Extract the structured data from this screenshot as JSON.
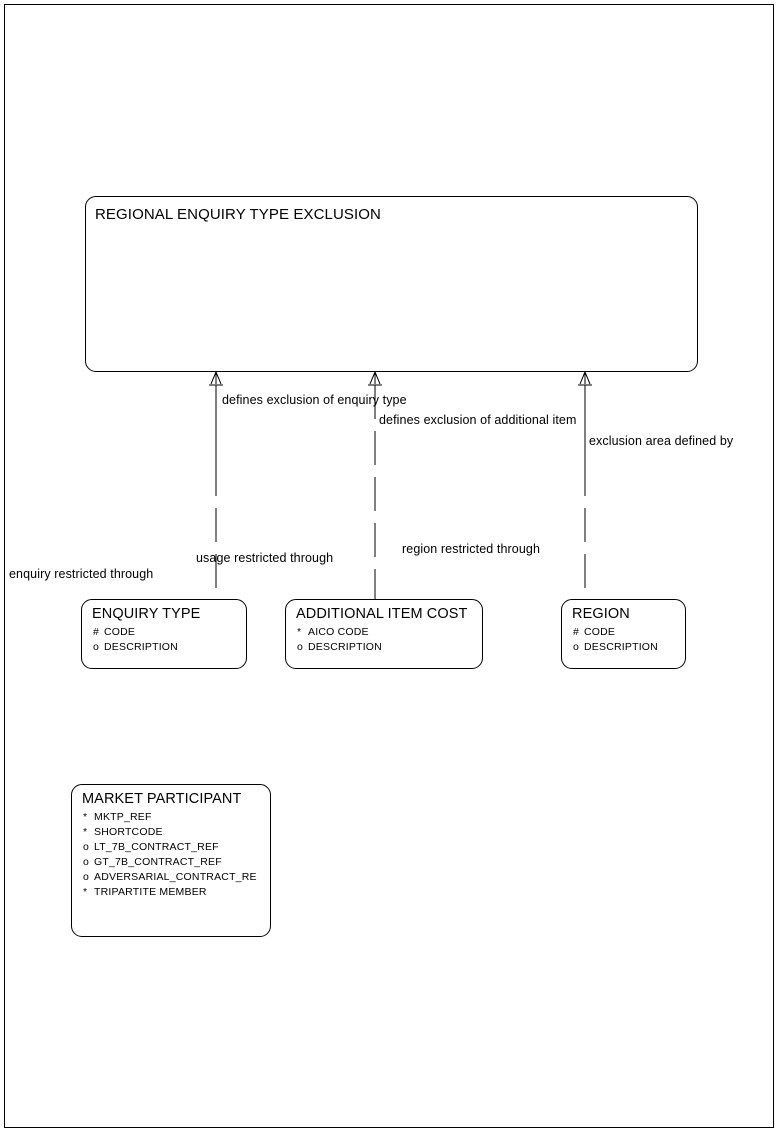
{
  "diagram": {
    "type": "entity-relationship",
    "title": "REGIONAL ENQUIRY TYPE EXCLUSION",
    "background_color": "#ffffff",
    "line_color": "#000000"
  },
  "entities": [
    {
      "name": "REGIONAL ENQUIRY TYPE EXCLUSION",
      "attributes": []
    },
    {
      "name": "ENQUIRY TYPE",
      "attributes": [
        {
          "marker": "#",
          "label": "CODE"
        },
        {
          "marker": "o",
          "label": "DESCRIPTION"
        }
      ]
    },
    {
      "name": "ADDITIONAL ITEM COST",
      "attributes": [
        {
          "marker": "*",
          "label": "AICO CODE"
        },
        {
          "marker": "o",
          "label": "DESCRIPTION"
        }
      ]
    },
    {
      "name": "REGION",
      "attributes": [
        {
          "marker": "#",
          "label": "CODE"
        },
        {
          "marker": "o",
          "label": "DESCRIPTION"
        }
      ]
    },
    {
      "name": "MARKET PARTICIPANT",
      "attributes": [
        {
          "marker": "*",
          "label": "MKTP_REF"
        },
        {
          "marker": "*",
          "label": "SHORTCODE"
        },
        {
          "marker": "o",
          "label": "LT_7B_CONTRACT_REF"
        },
        {
          "marker": "o",
          "label": "GT_7B_CONTRACT_REF"
        },
        {
          "marker": "o",
          "label": "ADVERSARIAL_CONTRACT_RE"
        },
        {
          "marker": "*",
          "label": "TRIPARTITE MEMBER"
        }
      ]
    }
  ],
  "relationships": [
    {
      "label": "defines exclusion of enquiry type"
    },
    {
      "label": "defines exclusion of additional item"
    },
    {
      "label": "exclusion area defined by"
    },
    {
      "label": "enquiry restricted through"
    },
    {
      "label": "usage restricted through"
    },
    {
      "label": "region restricted through"
    }
  ]
}
